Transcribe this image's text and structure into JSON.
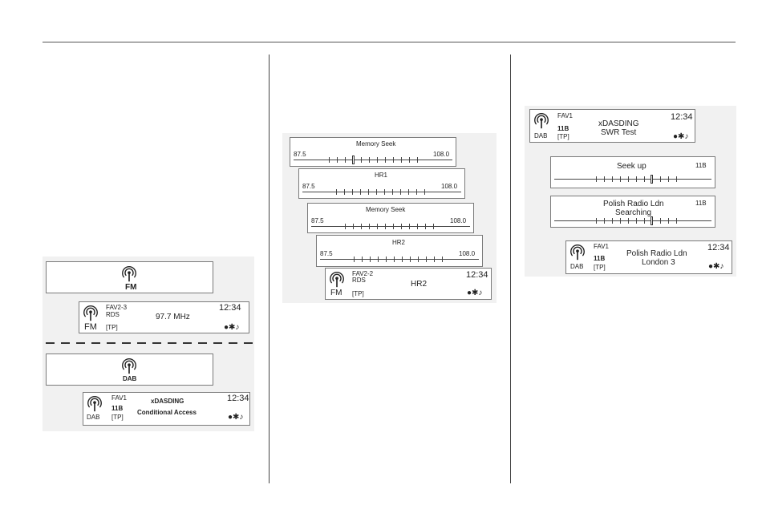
{
  "band_select": {
    "fm_label": "FM",
    "dab_label": "DAB"
  },
  "fm_display": {
    "favourite": "FAV2-3",
    "rds": "RDS",
    "time": "12:34",
    "band": "FM",
    "tp": "[TP]",
    "frequency": "97.7 MHz"
  },
  "dab_display": {
    "favourite": "FAV1",
    "channel": "11B",
    "time": "12:34",
    "band": "DAB",
    "tp": "[TP]",
    "station": "xDASDING",
    "status": "Conditional Access"
  },
  "memory_seek": {
    "screens": [
      {
        "title": "Memory Seek",
        "left": "87.5",
        "right": "108.0"
      },
      {
        "title": "HR1",
        "left": "87.5",
        "right": "108.0"
      },
      {
        "title": "Memory Seek",
        "left": "87.5",
        "right": "108.0"
      },
      {
        "title": "HR2",
        "left": "87.5",
        "right": "108.0"
      }
    ],
    "result": {
      "favourite": "FAV2-2",
      "rds": "RDS",
      "time": "12:34",
      "band": "FM",
      "tp": "[TP]",
      "station": "HR2"
    }
  },
  "dab_seek": {
    "start": {
      "favourite": "FAV1",
      "channel": "11B",
      "time": "12:34",
      "band": "DAB",
      "tp": "[TP]",
      "line1": "xDASDING",
      "line2": "SWR Test"
    },
    "seek_up": {
      "title": "Seek up",
      "channel": "11B"
    },
    "searching": {
      "line1": "Polish Radio Ldn",
      "line2": "Searching",
      "channel": "11B"
    },
    "result": {
      "favourite": "FAV1",
      "channel": "11B",
      "time": "12:34",
      "band": "DAB",
      "tp": "[TP]",
      "line1": "Polish Radio Ldn",
      "line2": "London 3"
    }
  },
  "icons": {
    "antenna": "antenna-icon",
    "status": "cd-bluetooth-music-icons"
  }
}
